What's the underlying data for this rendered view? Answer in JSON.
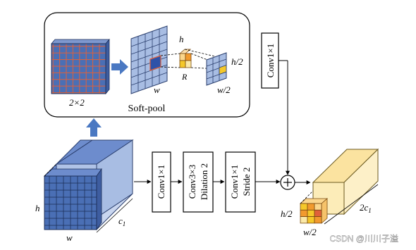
{
  "softpool": {
    "title": "Soft-pool",
    "kernel_label": "2×2",
    "fmap_h": "h",
    "fmap_w": "w",
    "r_label": "R",
    "out_h": "h/2",
    "out_w": "w/2",
    "conv": "Conv1×1"
  },
  "input_block": {
    "h": "h",
    "w": "w",
    "c": "c",
    "c_sub": "1"
  },
  "branch": {
    "conv1": "Conv1×1",
    "conv3_line1": "Conv3×3",
    "conv3_line2": "Dilation 2",
    "conv1s_line1": "Conv1×1",
    "conv1s_line2": "Stride 2"
  },
  "output_block": {
    "h": "h/2",
    "w": "w/2",
    "c": "2c",
    "c_sub": "1"
  },
  "watermark": "CSDN @川川子溢",
  "colors": {
    "block_blue": "#4a6fb5",
    "block_light_blue": "#a8bde3",
    "arrow_blue": "#4a78c2",
    "grid_red": "#e0603a",
    "orange": "#f29a2e",
    "yellow": "#f5c82a",
    "light_yellow": "#fbe9a8"
  }
}
